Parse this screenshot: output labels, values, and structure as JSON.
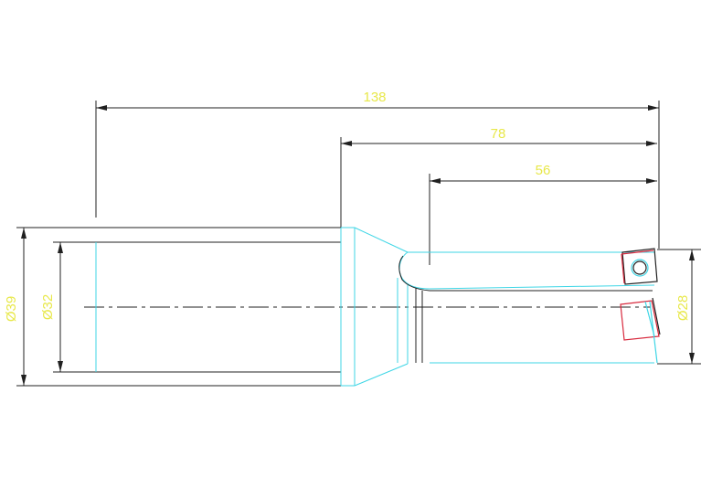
{
  "dimensions": {
    "overall_length": "138",
    "length_78": "78",
    "length_56": "56",
    "dia_39": "Ø39",
    "dia_32": "Ø32",
    "dia_28": "Ø28"
  },
  "colors": {
    "outline": "#202020",
    "profile": "#3fd6e6",
    "dimension_text": "#e8e84a",
    "insert_red": "#d8283c",
    "insert_dark": "#202020"
  }
}
